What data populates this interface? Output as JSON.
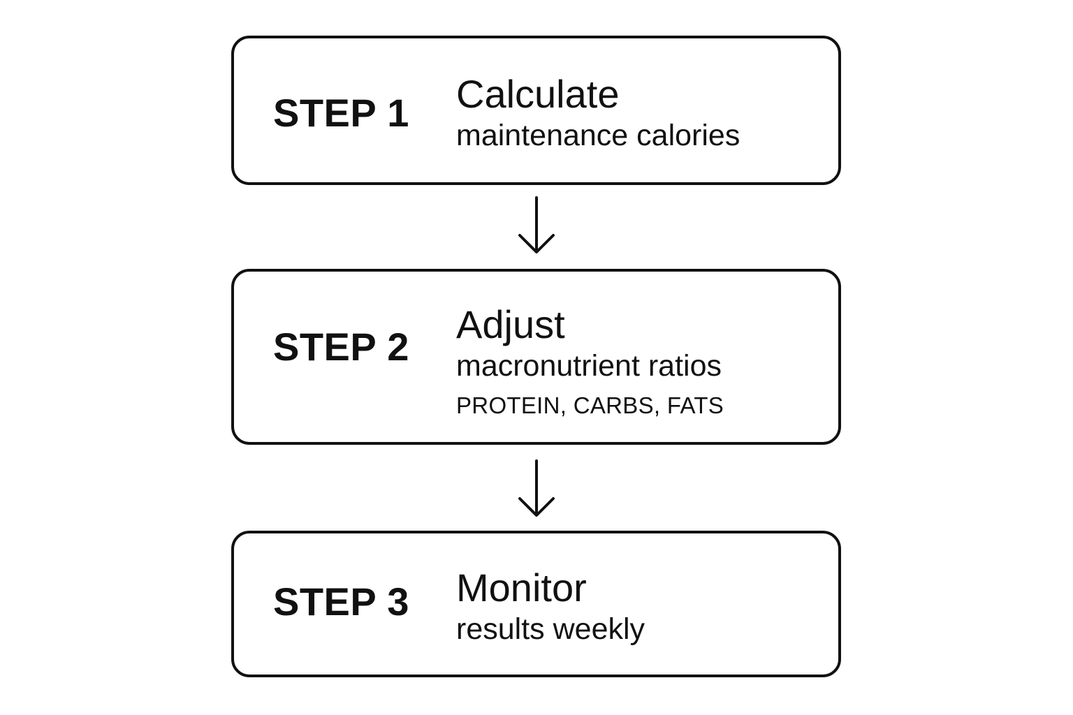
{
  "steps": [
    {
      "label": "STEP 1",
      "title": "Calculate",
      "description": "maintenance calories"
    },
    {
      "label": "STEP 2",
      "title": "Adjust",
      "description": "macronutrient ratios",
      "detail": "PROTEIN, CARBS, FATS"
    },
    {
      "label": "STEP 3",
      "title": "Monitor",
      "description": "results weekly"
    }
  ],
  "connectors": [
    {
      "icon": "arrow-down-icon"
    },
    {
      "icon": "arrow-down-icon"
    }
  ],
  "colors": {
    "stroke": "#111111",
    "background": "#ffffff"
  }
}
